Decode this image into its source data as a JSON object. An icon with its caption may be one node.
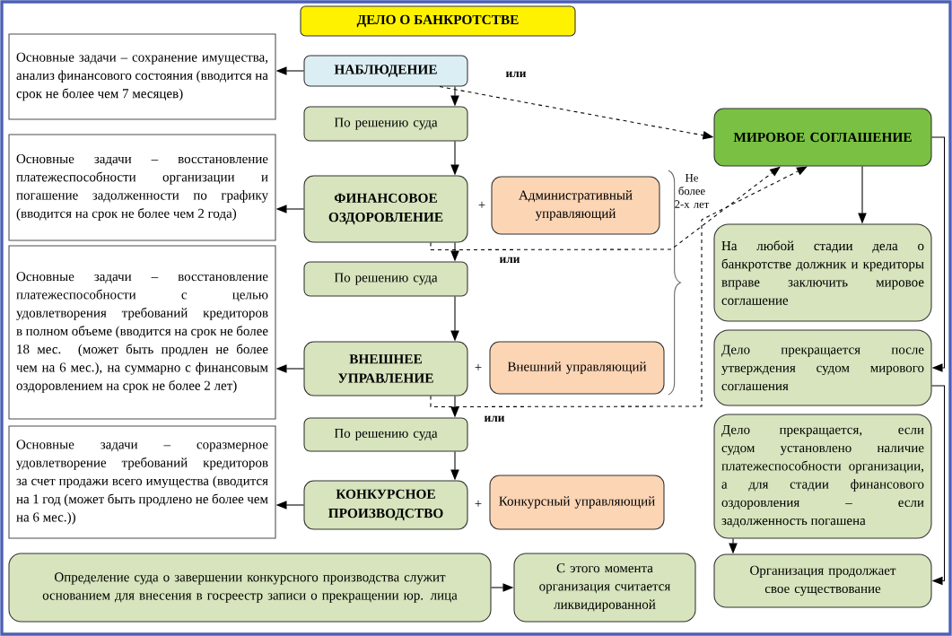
{
  "diagram": {
    "title": "ДЕЛО О БАНКРОТСТВЕ",
    "nodes": [
      {
        "text": [
          "Основные задачи – сохранение имущества, анализ финансового состояния (вводится на срок не более чем 7 месяцев)"
        ]
      },
      {
        "text": [
          "НАБЛЮДЕНИЕ"
        ]
      },
      {
        "text": [
          "По решению суда"
        ]
      },
      {
        "text": [
          "Основные задачи – восстановление платежеспособности организации и погашение задолженности по графику (вводится на срок не более чем 2 года)"
        ]
      },
      {
        "text": [
          "ФИНАНСОВОЕ ОЗДОРОВЛЕНИЕ"
        ]
      },
      {
        "text": [
          "Административный управляющий"
        ]
      },
      {
        "text": [
          "По решению суда"
        ]
      },
      {
        "text": [
          "Основные задачи – восстановление платежеспособности с целью удовлетворения требований кредиторов в полном объеме (вводится на срок не более 18 мес. (может быть продлен не более чем на 6 мес.), на суммарно с финансовым оздоровлением на срок не более 2 лет)"
        ]
      },
      {
        "text": [
          "ВНЕШНЕЕ УПРАВЛЕНИЕ"
        ]
      },
      {
        "text": [
          "Внешний управляющий"
        ]
      },
      {
        "text": [
          "По решению суда"
        ]
      },
      {
        "text": [
          "Основные задачи – соразмерное удовлетворение требований кредиторов за счет продажи всего имущества (вводится на 1 год (может быть продлено не более чем на 6 мес.))"
        ]
      },
      {
        "text": [
          "КОНКУРСНОЕ ПРОИЗВОДСТВО"
        ]
      },
      {
        "text": [
          "Конкурсный управляющий"
        ]
      },
      {
        "text": [
          "Определение суда о завершении конкурсного производства служит основанием для внесения в госреестр записи о прекращении юр. лица"
        ]
      },
      {
        "text": [
          "С этого момента организация считается ликвидированной"
        ]
      },
      {
        "text": [
          "МИРОВОЕ СОГЛАШЕНИЕ"
        ]
      },
      {
        "text": [
          "На любой стадии дела о банкротстве должник и кредиторы вправе заключить мировое соглашение"
        ]
      },
      {
        "text": [
          "Дело прекращается после утверждения судом мирового соглашения"
        ]
      },
      {
        "text": [
          "Дело прекращается, если судом установлено наличие платежеспособности организации, а для стадии финансового оздоровления – если задолженность погашена"
        ]
      },
      {
        "text": [
          "Организация продолжает свое существование"
        ]
      }
    ],
    "edges": [
      {
        "from": 1,
        "to": 0,
        "arrow": "to"
      },
      {
        "from": 4,
        "to": 3,
        "arrow": "to"
      },
      {
        "from": 8,
        "to": 7,
        "arrow": "to"
      },
      {
        "from": 12,
        "to": 11,
        "arrow": "to"
      },
      {
        "from": 1,
        "to": 2,
        "arrow": "to"
      },
      {
        "from": 2,
        "to": 4,
        "arrow": "to"
      },
      {
        "from": 4,
        "to": 6,
        "arrow": "to"
      },
      {
        "from": 6,
        "to": 8,
        "arrow": "to"
      },
      {
        "from": 8,
        "to": 10,
        "arrow": "to"
      },
      {
        "from": 10,
        "to": 12,
        "arrow": "to"
      },
      {
        "from": 14,
        "to": 15,
        "arrow": "to"
      },
      {
        "from": 1,
        "to": 16,
        "arrow": "to",
        "style": "dashed",
        "label": "или"
      },
      {
        "from": 4,
        "to": 16,
        "arrow": "to",
        "style": "dashed",
        "label": "или"
      },
      {
        "from": 8,
        "to": 16,
        "arrow": "to",
        "style": "dashed",
        "label": "или"
      },
      {
        "from": 16,
        "to": 17,
        "arrow": "to"
      },
      {
        "from": 16,
        "to": 18,
        "arrow": "to"
      },
      {
        "from": 18,
        "to": 20,
        "arrow": "to"
      },
      {
        "from": 19,
        "to": 20,
        "arrow": "to"
      }
    ],
    "labels": [
      "+",
      "+",
      "+",
      "Не более 2-х лет"
    ]
  }
}
